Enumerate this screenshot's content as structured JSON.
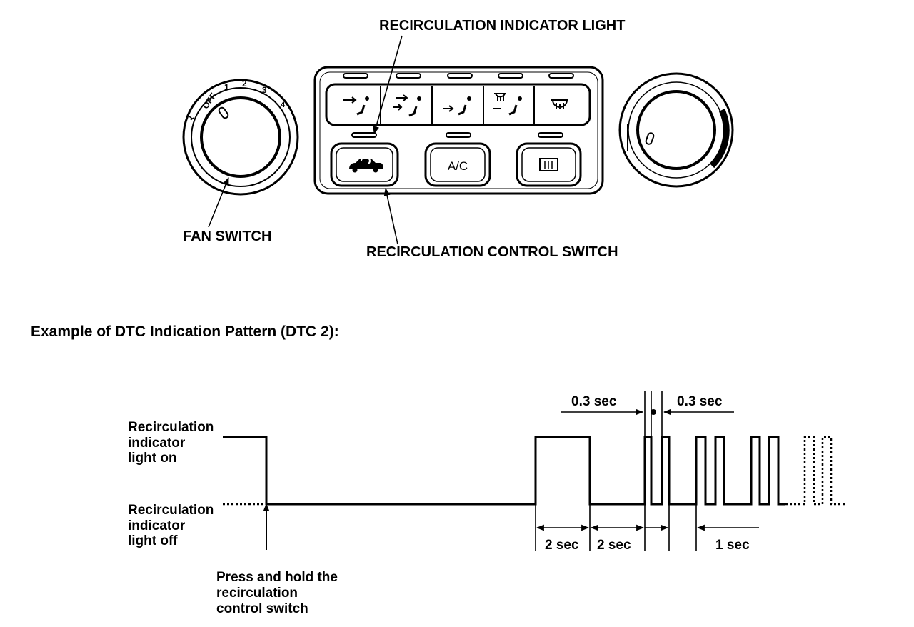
{
  "labels": {
    "recirc_indicator_light": "RECIRCULATION INDICATOR LIGHT",
    "fan_switch": "FAN SWITCH",
    "recirc_control_switch": "RECIRCULATION CONTROL SWITCH",
    "section_title": "Example of DTC Indication Pattern (DTC 2):"
  },
  "fan_knob": {
    "off": "OFF",
    "speeds": [
      "1",
      "2",
      "3",
      "4"
    ]
  },
  "buttons": {
    "ac": "A/C"
  },
  "timing": {
    "state_on": [
      "Recirculation",
      "indicator",
      "light on"
    ],
    "state_off": [
      "Recirculation",
      "indicator",
      "light off"
    ],
    "press_note": [
      "Press and hold the",
      "recirculation",
      "control switch"
    ],
    "pulse_short_left": "0.3 sec",
    "pulse_short_right": "0.3 sec",
    "interval_a": "2 sec",
    "interval_b": "2 sec",
    "interval_c": "1 sec"
  }
}
